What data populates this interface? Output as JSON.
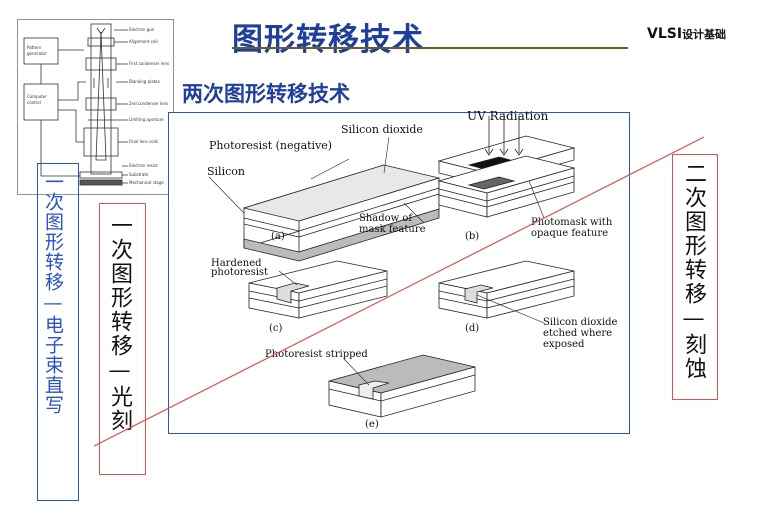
{
  "slide": {
    "title": "图形转移技术",
    "course_latin": "VLSI",
    "course_cjk": "设计基础",
    "subtitle": "两次图形转移技术"
  },
  "side_labels": {
    "ebeam": "一次图形转移—电子束直写",
    "litho": "一次图形转移—光刻",
    "etch": "二次图形转移—刻蚀"
  },
  "figure": {
    "uv": "UV Radiation",
    "silicon_dioxide": "Silicon dioxide",
    "photoresist_negative": "Photoresist (negative)",
    "silicon": "Silicon",
    "shadow_line1": "Shadow of",
    "shadow_line2": "mask feature",
    "photomask_line1": "Photomask with",
    "photomask_line2": "opaque feature",
    "hardened_line1": "Hardened",
    "hardened_line2": "photoresist",
    "etched_line1": "Silicon dioxide",
    "etched_line2": "etched where",
    "etched_line3": "exposed",
    "stripped": "Photoresist stripped",
    "sub_a": "(a)",
    "sub_b": "(b)",
    "sub_c": "(c)",
    "sub_d": "(d)",
    "sub_e": "(e)"
  },
  "schematic": {
    "pattern_gen": "Pattern generator",
    "computer": "Computer control",
    "labels": [
      "Electron gun",
      "Alignment coil",
      "First condenser lens",
      "Blanking plates",
      "2nd condenser lens",
      "Limiting aperture",
      "Final lens coils",
      "Electron resist",
      "Substrate",
      "Mechanical stage"
    ]
  },
  "colors": {
    "title": "#1f3f9c",
    "ebeam_text": "#2a52c9",
    "red_accent": "#d9534f"
  }
}
